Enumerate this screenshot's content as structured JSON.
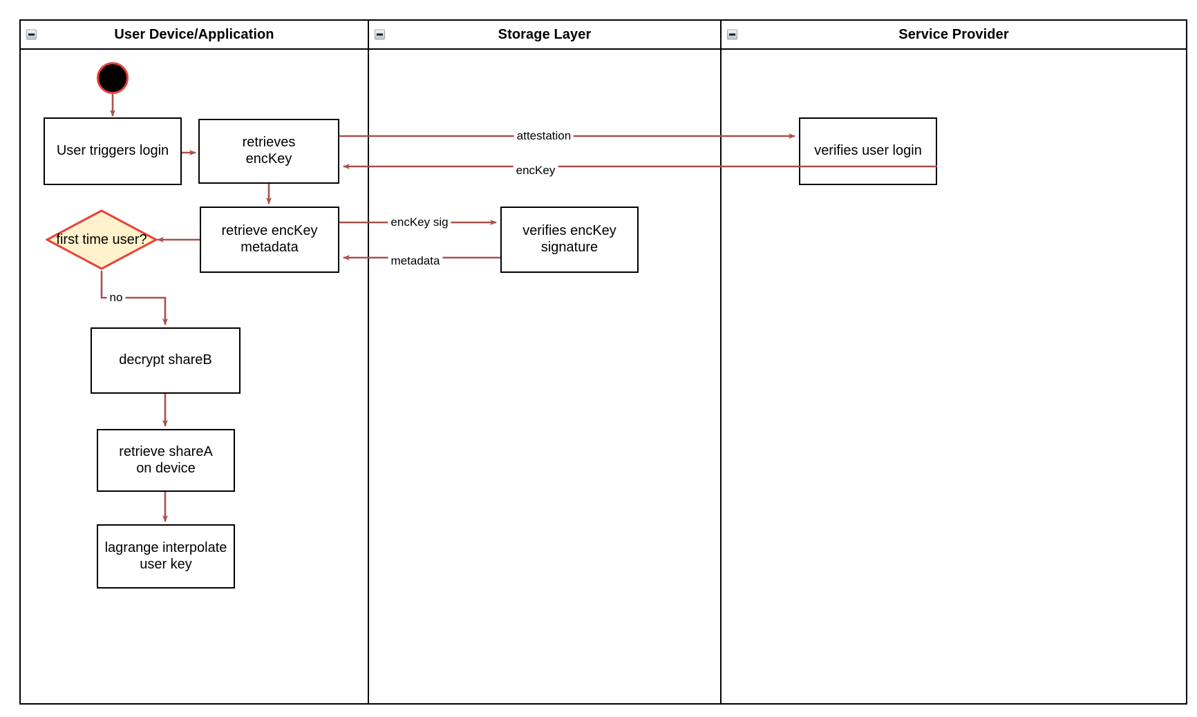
{
  "diagram": {
    "type": "swimlane-activity-diagram",
    "edge_color": "#a7514c",
    "decision_fill": "#fff2cc",
    "decision_stroke": "#e8413a",
    "start_fill": "#000000",
    "start_stroke": "#e8413a",
    "node_stroke": "#000000",
    "node_fill": "#ffffff"
  },
  "lanes": [
    {
      "id": "lane-user",
      "title": "User Device/Application",
      "collapse_icon": "collapse-minus-icon"
    },
    {
      "id": "lane-storage",
      "title": "Storage Layer",
      "collapse_icon": "collapse-minus-icon"
    },
    {
      "id": "lane-provider",
      "title": "Service Provider",
      "collapse_icon": "collapse-minus-icon"
    }
  ],
  "nodes": {
    "start": {
      "shape": "initial-node",
      "label": ""
    },
    "user_triggers_login": {
      "shape": "activity",
      "label": "User triggers login",
      "lane": "lane-user"
    },
    "retrieves_enckey": {
      "shape": "activity",
      "line1": "retrieves",
      "line2": "encKey",
      "lane": "lane-user"
    },
    "retrieve_enckey_metadata": {
      "shape": "activity",
      "line1": "retrieve encKey",
      "line2": "metadata",
      "lane": "lane-user"
    },
    "first_time_user": {
      "shape": "decision",
      "line1": "first time",
      "line2": "user?",
      "lane": "lane-user"
    },
    "decrypt_shareb": {
      "shape": "activity",
      "label": "decrypt shareB",
      "lane": "lane-user"
    },
    "retrieve_sharea": {
      "shape": "activity",
      "line1": "retrieve shareA",
      "line2": "on device",
      "lane": "lane-user"
    },
    "lagrange_interpolate": {
      "shape": "activity",
      "line1": "lagrange interpolate",
      "line2": "user key",
      "lane": "lane-user"
    },
    "verifies_enckey_signature": {
      "shape": "activity",
      "line1": "verifies encKey",
      "line2": "signature",
      "lane": "lane-storage"
    },
    "verifies_user_login": {
      "shape": "activity",
      "label": "verifies user login",
      "lane": "lane-provider"
    }
  },
  "edge_labels": {
    "attestation": "attestation",
    "enckey": "encKey",
    "enckey_sig": "encKey sig",
    "metadata": "metadata",
    "no": "no"
  }
}
